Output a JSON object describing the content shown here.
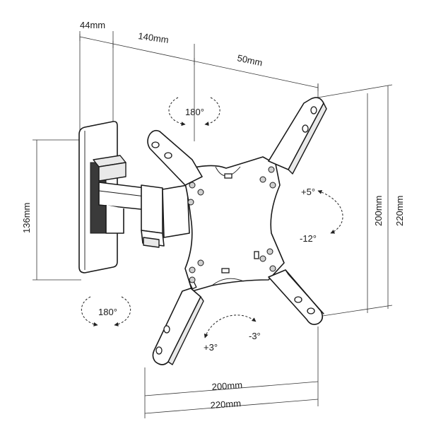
{
  "dimensions": {
    "wall_depth": "44mm",
    "arm_length": "140mm",
    "arm_offset": "50mm",
    "plate_height": "136mm",
    "vesa_vertical_inner": "200mm",
    "vesa_vertical_outer": "220mm",
    "vesa_horizontal_inner": "200mm",
    "vesa_horizontal_outer": "220mm"
  },
  "rotations": {
    "swivel_top": "180°",
    "swivel_bottom": "180°",
    "tilt_up": "+5°",
    "tilt_down": "-12°",
    "level_plus": "+3°",
    "level_minus": "-3°"
  }
}
